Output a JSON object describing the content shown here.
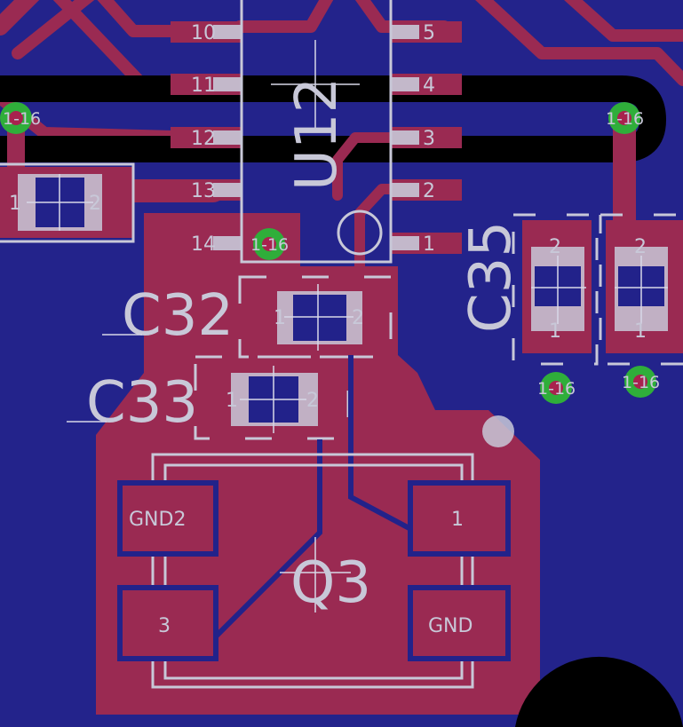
{
  "colors": {
    "background": "#23238b",
    "copper": "#9a2a52",
    "silkscreen": "#c8c8d8",
    "via_ring": "#2fae3a",
    "black_track": "#000000"
  },
  "components": {
    "u12": {
      "refdes": "U12",
      "left_pins": [
        "10",
        "11",
        "12",
        "13",
        "14"
      ],
      "right_pins": [
        "5",
        "4",
        "3",
        "2",
        "1"
      ]
    },
    "c32": {
      "refdes": "C32",
      "pad1": "1",
      "pad2": "2"
    },
    "c33": {
      "refdes": "C33",
      "pad1": "1",
      "pad2": "2"
    },
    "c35": {
      "refdes": "C35",
      "pad1": "1",
      "pad2": "2"
    },
    "c_right": {
      "pad1": "1",
      "pad2": "2"
    },
    "c_left": {
      "pad1": "1",
      "pad2": "2"
    },
    "q3": {
      "refdes": "Q3",
      "pads": [
        "GND2",
        "3",
        "1",
        "GND"
      ]
    }
  },
  "vias": {
    "label": "1-16"
  }
}
